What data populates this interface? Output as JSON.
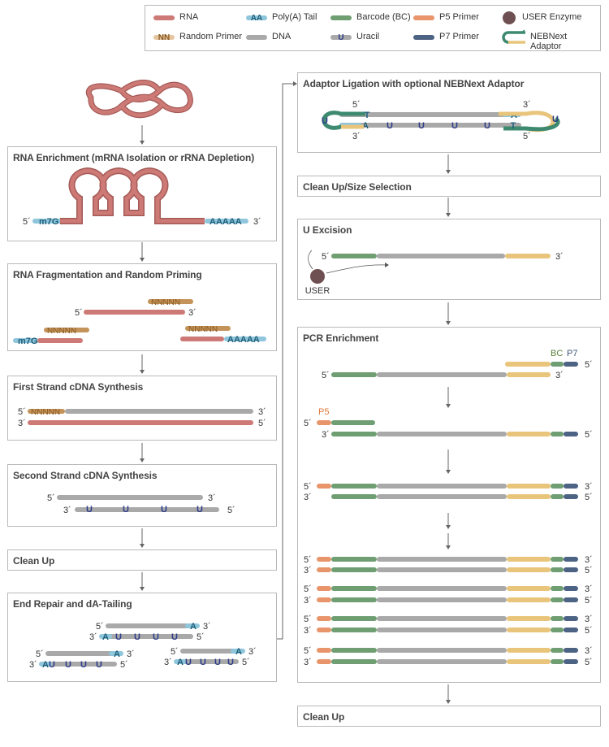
{
  "legend": {
    "rna": "RNA",
    "random_primer": "Random Primer",
    "random_primer_symbol": "NN",
    "polya_tail": "Poly(A) Tail",
    "polya_symbol": "AA",
    "dna": "DNA",
    "barcode": "Barcode (BC)",
    "uracil": "Uracil",
    "uracil_symbol": "U",
    "p5_primer": "P5 Primer",
    "p7_primer": "P7 Primer",
    "user_enzyme": "USER Enzyme",
    "nebnext_adaptor": "NEBNext Adaptor"
  },
  "steps": {
    "rna_enrichment": "RNA Enrichment (mRNA Isolation or rRNA Depletion)",
    "fragmentation": "RNA Fragmentation and Random Priming",
    "first_strand": "First Strand cDNA Synthesis",
    "second_strand": "Second Strand cDNA Synthesis",
    "clean_up_1": "Clean Up",
    "end_repair": "End Repair and dA-Tailing",
    "adaptor_ligation": "Adaptor Ligation with optional NEBNext Adaptor",
    "size_selection": "Clean Up/Size Selection",
    "u_excision": "U Excision",
    "pcr_enrichment": "PCR Enrichment",
    "clean_up_2": "Clean Up"
  },
  "labels": {
    "five_prime": "5´",
    "three_prime": "3´",
    "cap": "m7G",
    "polya": "AAAAA",
    "nnnnn": "NNNNN",
    "u": "U",
    "a": "A",
    "t": "T",
    "user": "USER",
    "bc": "BC",
    "p7": "P7",
    "p5": "P5"
  },
  "colors": {
    "rna": "#cd7a76",
    "rna_dark": "#a45a56",
    "dna": "#a9a9a9",
    "polya": "#8fc6dc",
    "random_primer": "#c4935a",
    "barcode": "#6f9e72",
    "p5": "#e8956c",
    "p7": "#4d6384",
    "adaptor_green": "#3d8a70",
    "adaptor_yellow": "#e9c57c",
    "uracil_text": "#2d3c8a",
    "polya_text": "#1f5f7a",
    "nn_text": "#8a5a22",
    "user_enzyme": "#6e4f52"
  }
}
